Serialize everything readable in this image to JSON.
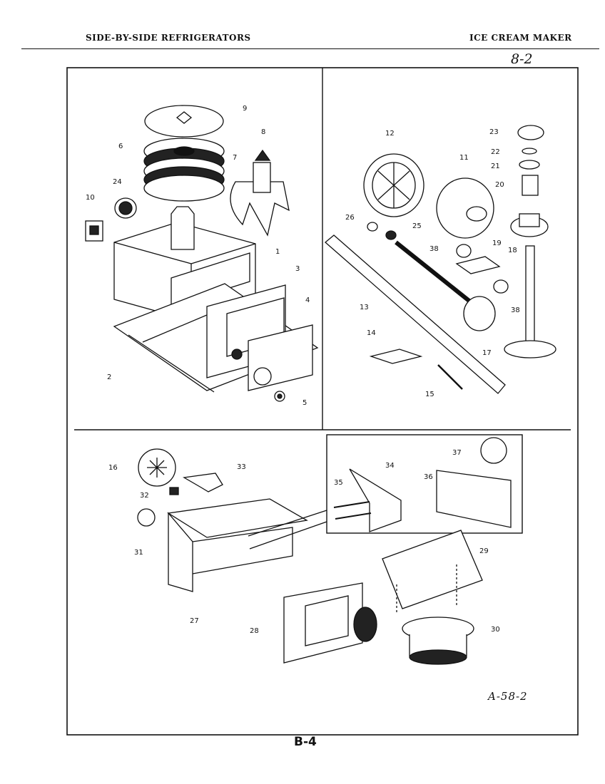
{
  "header": {
    "left_title": "SIDE-BY-SIDE REFRIGERATORS",
    "right_title": "ICE CREAM MAKER"
  },
  "annotations": {
    "top_right": "8-2",
    "figure_code": "A-58-2"
  },
  "page_number": "B-4",
  "callouts": {
    "p1": "1",
    "p2": "2",
    "p3": "3",
    "p4": "4",
    "p5": "5",
    "p6": "6",
    "p7": "7",
    "p8": "8",
    "p9": "9",
    "p10": "10",
    "p11": "11",
    "p12": "12",
    "p13": "13",
    "p14": "14",
    "p15": "15",
    "p16": "16",
    "p17": "17",
    "p18": "18",
    "p19": "19",
    "p20": "20",
    "p21": "21",
    "p22": "22",
    "p23": "23",
    "p24": "24",
    "p25": "25",
    "p26": "26",
    "p27": "27",
    "p28": "28",
    "p29": "29",
    "p30": "30",
    "p31": "31",
    "p32": "32",
    "p33": "33",
    "p34": "34",
    "p35": "35",
    "p36": "36",
    "p37": "37",
    "p38a": "38",
    "p38b": "38"
  }
}
